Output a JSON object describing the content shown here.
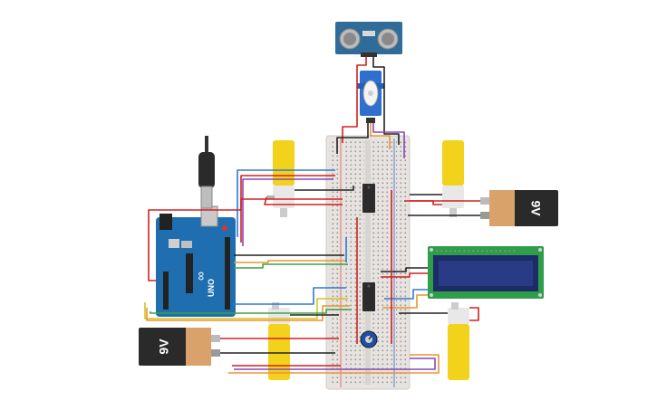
{
  "arduino": {
    "brand_text": "UNO",
    "logo_text": "∞"
  },
  "batteries": [
    {
      "label": "9V"
    },
    {
      "label": "9V"
    }
  ],
  "colors": {
    "arduino_board": "#1f6fb0",
    "breadboard": "#e6e3e0",
    "gear_motor": "#f2d21b",
    "battery_body": "#2a2a2a",
    "battery_label": "#d9a26a",
    "lcd_pcb": "#2e9e4a",
    "lcd_screen": "#1d2b66",
    "wire_red": "#d32020",
    "wire_black": "#222222",
    "wire_blue": "#2f7ad6",
    "wire_orange": "#e8962e",
    "wire_green": "#3aa04a",
    "wire_purple": "#8b47b8",
    "wire_yellow": "#d8c21f"
  },
  "icons": [
    "ultrasonic-sensor-icon",
    "servo-motor-icon",
    "potentiometer-icon",
    "usb-cable-icon"
  ]
}
